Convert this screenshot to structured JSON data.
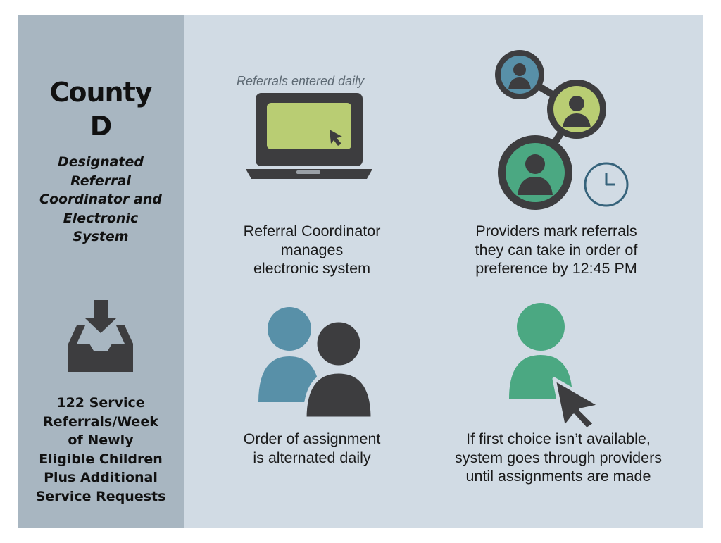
{
  "sidebar": {
    "title_line1": "County",
    "title_line2": "D",
    "subtitle_lines": [
      "Designated",
      "Referral",
      "Coordinator and",
      "Electronic",
      "System"
    ],
    "icon": "inbox-download-icon",
    "stats_lines": [
      "122 Service",
      "Referrals/Week",
      "of Newly",
      "Eligible Children",
      "Plus Additional",
      "Service Requests"
    ]
  },
  "steps": [
    {
      "icon": "laptop-cursor-icon",
      "note": "Referrals entered daily",
      "caption_lines": [
        "Referral Coordinator",
        "manages",
        "electronic system"
      ]
    },
    {
      "icon": "connected-providers-clock-icon",
      "caption_lines": [
        "Providers mark referrals",
        "they can take in order of",
        "preference by 12:45 PM"
      ]
    },
    {
      "icon": "two-people-icon",
      "caption_lines": [
        "Order of assignment",
        "is alternated daily"
      ]
    },
    {
      "icon": "person-cursor-icon",
      "caption_lines": [
        "If first choice isn’t available,",
        "system goes through providers",
        "until assignments are made"
      ]
    }
  ],
  "colors": {
    "background": "#d1dbe4",
    "sidebar": "#a8b6c1",
    "dark": "#3d3d3f",
    "lime": "#b9cd73",
    "teal": "#5890a8",
    "green": "#4ba882",
    "clock": "#36637b"
  }
}
